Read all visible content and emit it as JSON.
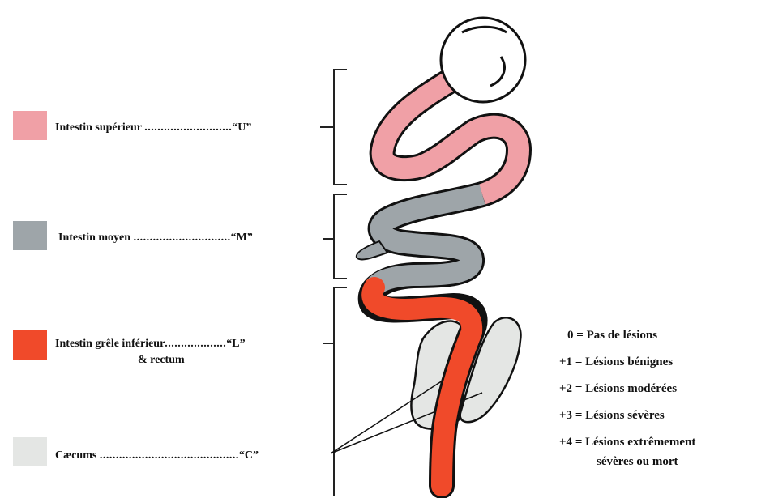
{
  "segments": [
    {
      "label": "Intestin supérieur",
      "leader": "...........................",
      "code": "“U”",
      "color": "#f0a0a6"
    },
    {
      "label": "Intestin moyen",
      "leader": "..............................",
      "code": "“M”",
      "color": "#9ea5a9"
    },
    {
      "label": "Intestin grêle inférieur",
      "label_line2": "& rectum",
      "leader": "...................",
      "code": "“L”",
      "color": "#f04a2a"
    },
    {
      "label": "Cæcums",
      "leader": "...........................................",
      "code": "“C”",
      "color": "#e4e6e4"
    }
  ],
  "scores": [
    {
      "value": "0",
      "text": "Pas de lésions"
    },
    {
      "value": "+1",
      "text": "Lésions bénignes"
    },
    {
      "value": "+2",
      "text": "Lésions modérées"
    },
    {
      "value": "+3",
      "text": "Lésions sévères"
    },
    {
      "value": "+4",
      "text": "Lésions extrêmement",
      "text_line2": "sévères ou mort"
    }
  ]
}
